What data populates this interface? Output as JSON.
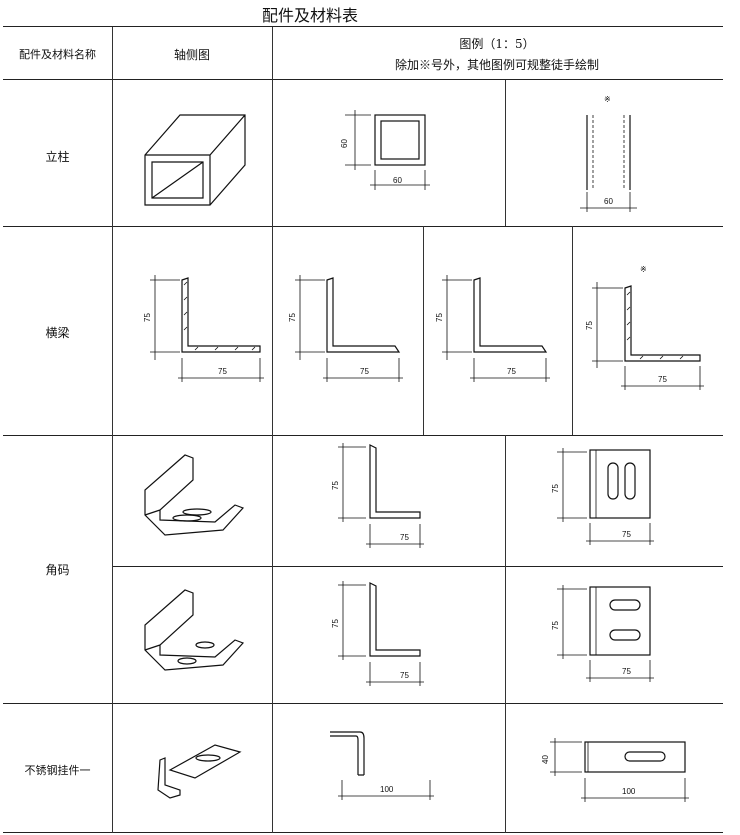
{
  "title": "配件及材料表",
  "header": {
    "col_name": "配件及材料名称",
    "col_axo": "轴侧图",
    "col_legend": "图例（1：5）",
    "col_legend_note": "除加※号外，其他图例可规整徒手绘制"
  },
  "rows": [
    {
      "name": "立柱",
      "dims": {
        "a_h": "60",
        "a_w": "60",
        "b_w": "60"
      },
      "mark": "※"
    },
    {
      "name": "横梁",
      "dims": {
        "d1": "75",
        "d2": "75",
        "d3": "75",
        "d4": "75",
        "d5": "75",
        "d6": "75",
        "d7": "75",
        "d8": "75"
      },
      "mark": "※"
    },
    {
      "name": "角码",
      "dims": {
        "a1": "75",
        "a2": "75",
        "b1": "75",
        "b2": "75",
        "c1": "75",
        "c2": "75",
        "e1": "75",
        "e2": "75"
      }
    },
    {
      "name": "不锈钢挂件一",
      "dims": {
        "w1": "100",
        "h": "40",
        "w2": "100"
      }
    }
  ]
}
